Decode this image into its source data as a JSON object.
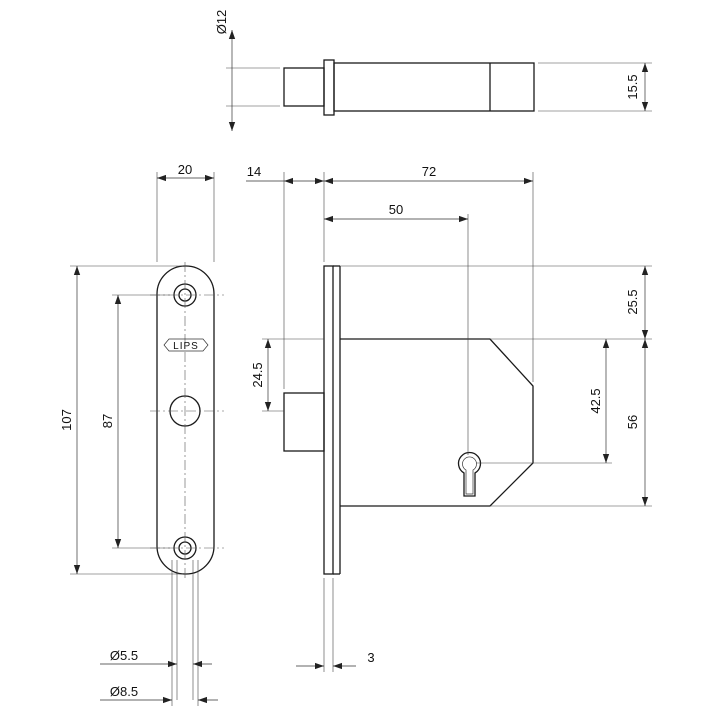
{
  "logo": {
    "text": "LIPS"
  },
  "dimensions": {
    "bolt_diameter": "Ø12",
    "bolt_height": "15.5",
    "plate_width": "20",
    "bolt_projection": "14",
    "case_length": "72",
    "backset": "50",
    "plate_height": "107",
    "hole_spacing": "87",
    "bolt_offset": "24.5",
    "top_offset": "25.5",
    "keyhole_offset": "42.5",
    "case_height": "56",
    "plate_thickness": "3",
    "hole_small": "Ø5.5",
    "hole_large": "Ø8.5"
  }
}
